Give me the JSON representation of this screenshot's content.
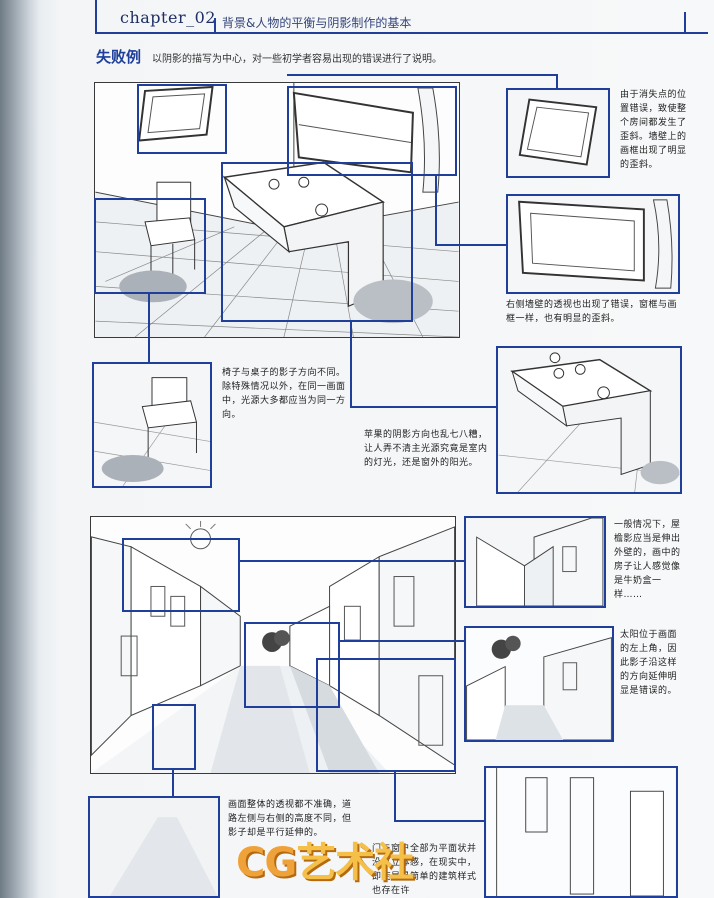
{
  "header": {
    "chapter": "chapter_02",
    "title": "背景&人物的平衡与阴影制作的基本"
  },
  "section": {
    "title": "失败例",
    "description": "以阴影的描写为中心，对一些初学者容易出现的错误进行了说明。"
  },
  "notes": {
    "frame_tilt": "由于消失点的位置错误，致使整个房间都发生了歪斜。墙壁上的画框出现了明显的歪斜。",
    "window_right": "右侧墙壁的透视也出现了错误，窗框与画框一样，也有明显的歪斜。",
    "chair_shadow": "椅子与桌子的影子方向不同。除特殊情况以外，在同一画面中，光源大多都应当为同一方向。",
    "apple_shadow": "苹果的阴影方向也乱七八糟，让人弄不清主光源究竟是室内的灯光，还是窗外的阳光。",
    "building_shadow": "一般情况下，屋檐影应当是伸出外壁的，画中的房子让人感觉像是牛奶盒一样……",
    "sun_position": "太阳位于画面的左上角，因此影子沿这样的方向延伸明显是错误的。",
    "street_perspective": "画面整体的透视都不准确，道路左侧与右侧的高度不同，但影子却是平行延伸的。",
    "building_style": "门与窗户全部为平面状并没有立体感，在现实中，即使是最简单的建筑样式也存在许"
  },
  "watermark": {
    "cg": "CG",
    "rest": "艺术社"
  }
}
